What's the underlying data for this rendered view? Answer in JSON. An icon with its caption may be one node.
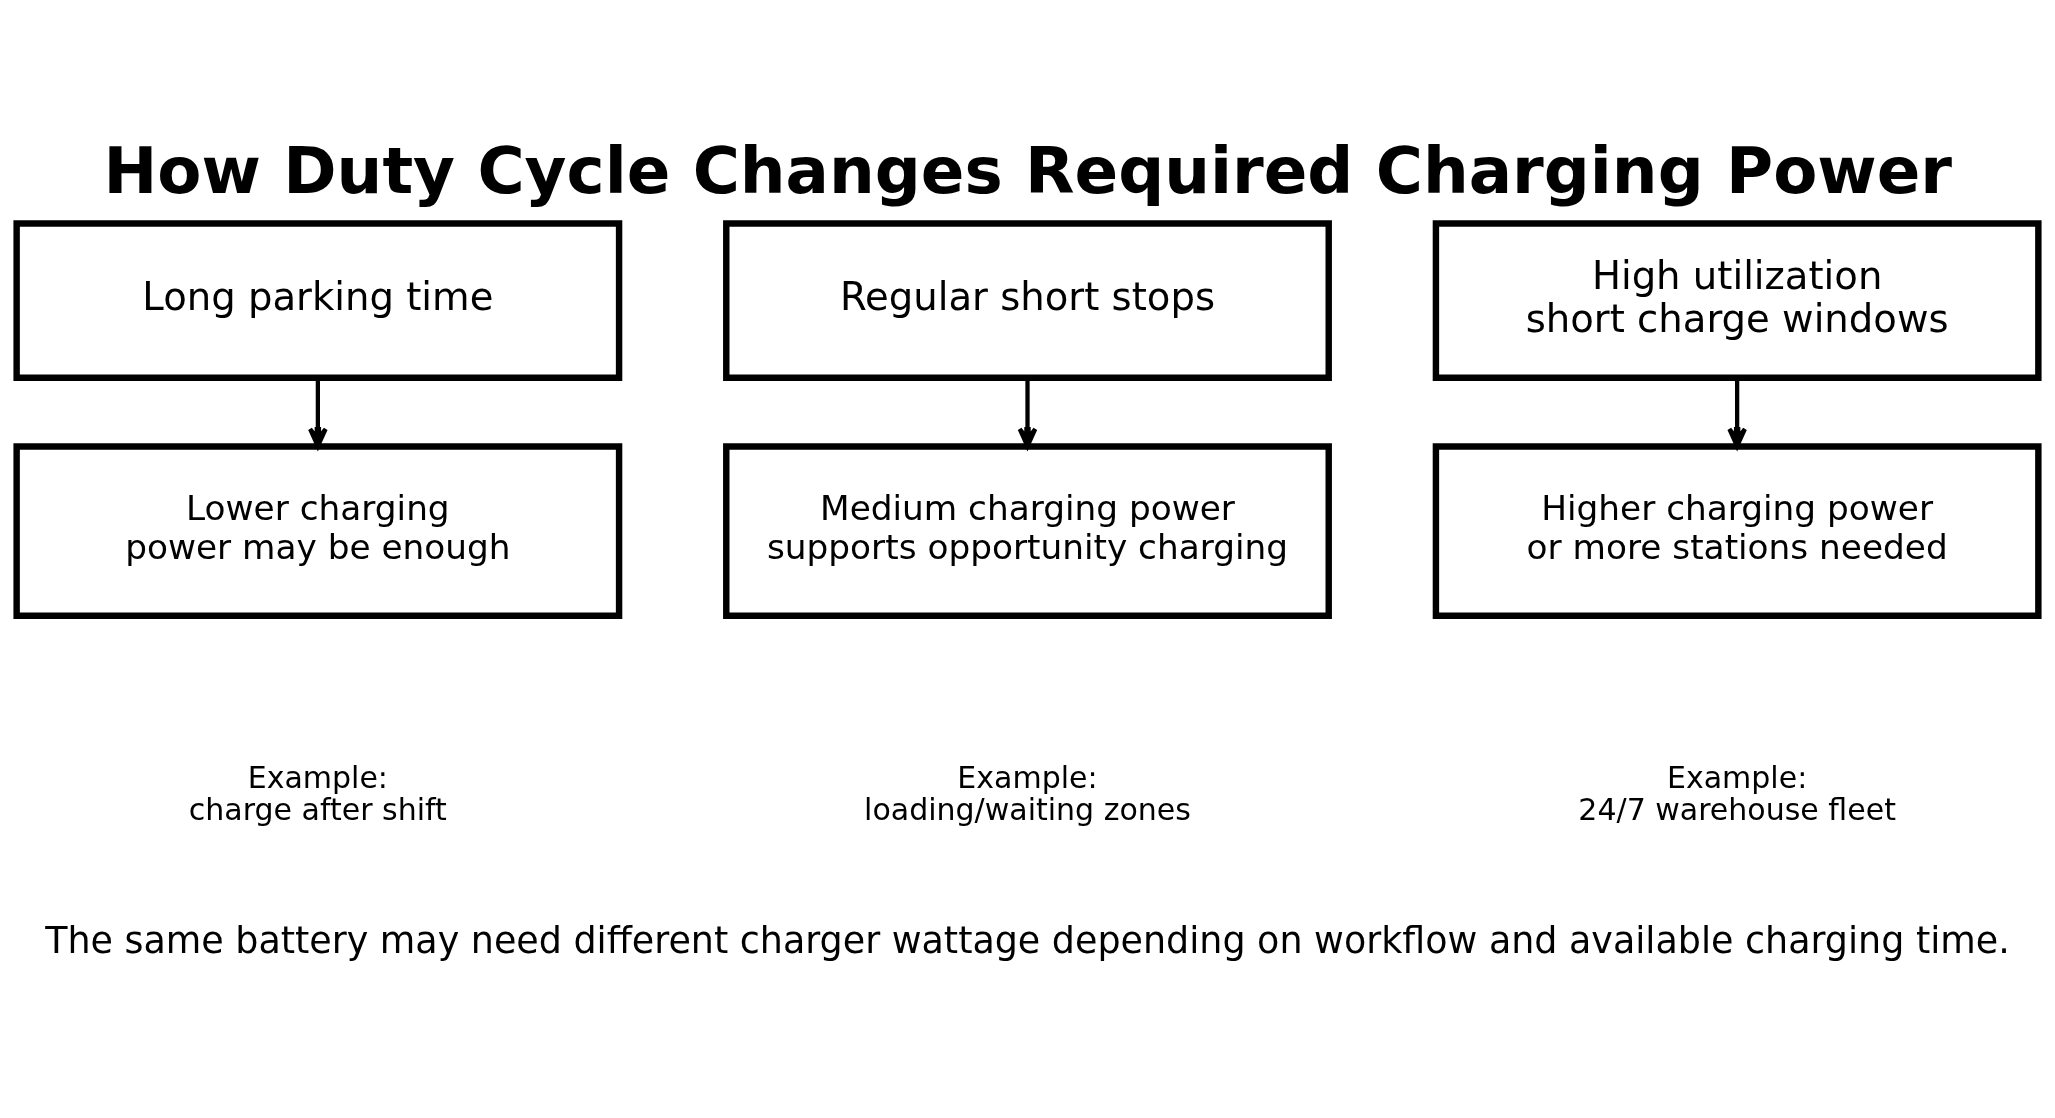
{
  "diagram": {
    "title": "How Duty Cycle Changes Required Charging Power",
    "caption": "The same battery may need different charger wattage depending on workflow and available charging time.",
    "nodes": [
      {
        "text": [
          "Long parking time"
        ]
      },
      {
        "text": [
          "Lower charging power may be enough"
        ]
      },
      {
        "text": [
          "Regular short stops"
        ]
      },
      {
        "text": [
          "Medium charging power supports opportunity charging"
        ]
      },
      {
        "text": [
          "High utilization short charge windows"
        ]
      },
      {
        "text": [
          "Higher charging power or more stations needed"
        ]
      }
    ],
    "edges": [
      {
        "from": 0,
        "to": 1,
        "arrow": "to"
      },
      {
        "from": 2,
        "to": 3,
        "arrow": "to"
      },
      {
        "from": 4,
        "to": 5,
        "arrow": "to"
      }
    ],
    "labels": [
      "Example: charge after shift",
      "Example: loading/waiting zones",
      "Example: 24/7 warehouse fleet"
    ]
  }
}
